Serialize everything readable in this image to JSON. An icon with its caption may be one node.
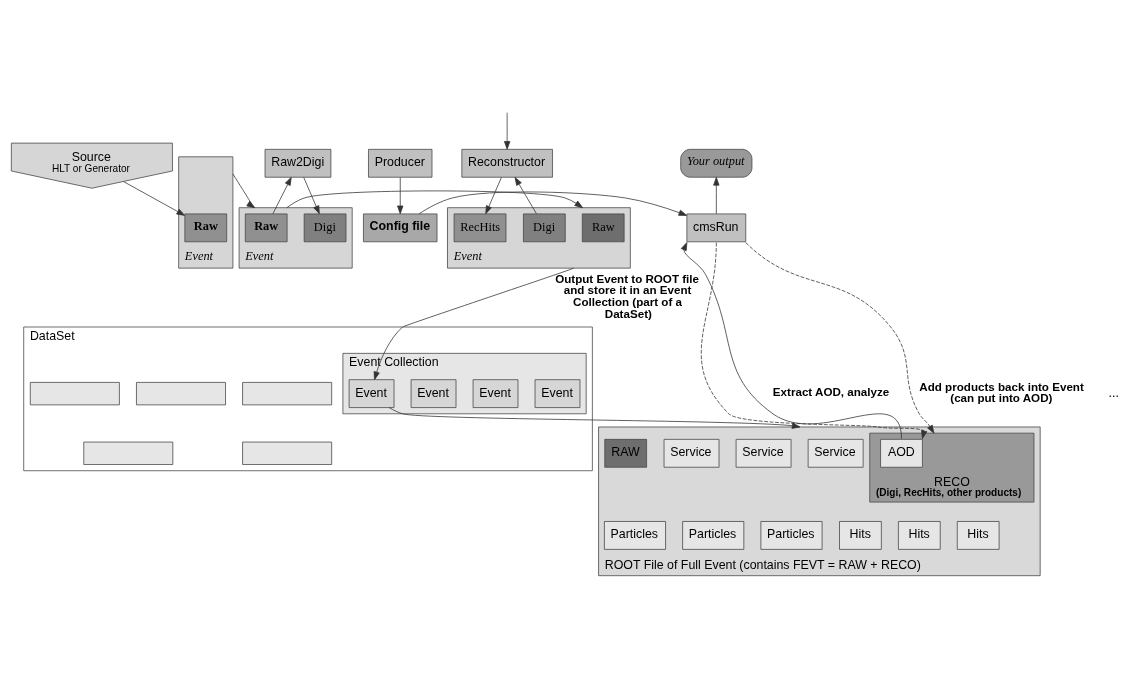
{
  "diagram": {
    "nodes": [
      {
        "text": [
          "Source",
          "HLT or Generator"
        ]
      },
      {
        "text": [
          "Event"
        ]
      },
      {
        "text": [
          "Raw"
        ],
        "in": 1
      },
      {
        "text": [
          "Raw2Digi"
        ]
      },
      {
        "text": [
          "Event"
        ]
      },
      {
        "text": [
          "Raw"
        ],
        "in": 4
      },
      {
        "text": [
          "Digi"
        ],
        "in": 4
      },
      {
        "text": [
          "Reconstructor"
        ]
      },
      {
        "text": [
          "Event"
        ]
      },
      {
        "text": [
          "Raw"
        ],
        "in": 8
      },
      {
        "text": [
          "RecHits"
        ],
        "in": 8
      },
      {
        "text": [
          "Digi"
        ],
        "in": 8
      },
      {
        "text": [
          "Your output"
        ]
      },
      {
        "text": [
          "Producer"
        ]
      },
      {
        "text": [
          "cmsRun"
        ]
      },
      {
        "text": [
          "Config file"
        ]
      },
      {
        "text": [
          "DataSet"
        ]
      },
      {
        "text": [],
        "shape": "box",
        "in": 16
      },
      {
        "text": [],
        "shape": "box",
        "in": 16
      },
      {
        "text": [],
        "shape": "box",
        "in": 16
      },
      {
        "text": [],
        "shape": "box",
        "in": 16
      },
      {
        "text": [],
        "shape": "box",
        "in": 16
      },
      {
        "text": [
          "Event Collection"
        ],
        "in": 16
      },
      {
        "text": [
          "Event"
        ],
        "in": 22
      },
      {
        "text": [
          "Event"
        ],
        "in": 22
      },
      {
        "text": [
          "Event"
        ],
        "in": 22
      },
      {
        "text": [
          "Event"
        ],
        "in": 22
      },
      {
        "text": [
          "ROOT File of Full Event (contains FEVT = RAW + RECO)"
        ]
      },
      {
        "text": [
          "Service"
        ],
        "in": 27
      },
      {
        "text": [
          "Service"
        ],
        "in": 27
      },
      {
        "text": [
          "Service"
        ],
        "in": 27
      },
      {
        "text": [
          "RAW"
        ],
        "in": 27
      },
      {
        "text": [
          "RECO",
          "(Digi, RecHits, other products)"
        ],
        "in": 27
      },
      {
        "text": [
          "AOD"
        ],
        "in": 32
      },
      {
        "text": [
          "Hits"
        ],
        "in": 27
      },
      {
        "text": [
          "Hits"
        ],
        "in": 27
      },
      {
        "text": [
          "Hits"
        ],
        "in": 27
      },
      {
        "text": [
          "Particles"
        ],
        "in": 27
      },
      {
        "text": [
          "Particles"
        ],
        "in": 27
      },
      {
        "text": [
          "Particles"
        ],
        "in": 27
      }
    ],
    "edges": [
      {
        "from": 0,
        "to": 2,
        "arrow": "to"
      },
      {
        "from": 5,
        "to": 3,
        "arrow": "to"
      },
      {
        "from": 3,
        "to": 6,
        "arrow": "to"
      },
      {
        "from": 1,
        "to": 4,
        "arrow": "to"
      },
      {
        "from": null,
        "to": 7,
        "arrow": "to"
      },
      {
        "from": 7,
        "to": 10,
        "arrow": "to"
      },
      {
        "from": 11,
        "to": 7,
        "arrow": "to"
      },
      {
        "from": 4,
        "to": 8,
        "arrow": "to"
      },
      {
        "from": 8,
        "to": 26,
        "arrow": "to",
        "label": "Output Event to ROOT file and store it in an Event Collection (part of a DataSet)"
      },
      {
        "from": 26,
        "to": 27,
        "arrow": "to"
      },
      {
        "from": 14,
        "to": 12,
        "arrow": "to"
      },
      {
        "from": 13,
        "to": 15,
        "arrow": "to"
      },
      {
        "from": 15,
        "to": 14,
        "arrow": "to"
      },
      {
        "from": 33,
        "to": 14,
        "arrow": "to",
        "label": "Extract AOD, analyze"
      },
      {
        "from": 14,
        "to": 33,
        "arrow": "to",
        "style": "dashed"
      },
      {
        "from": 14,
        "to": 32,
        "arrow": "to",
        "style": "dashed",
        "label": "Add products back into Event (can put into AOD)"
      }
    ],
    "labels": [
      "..."
    ]
  }
}
